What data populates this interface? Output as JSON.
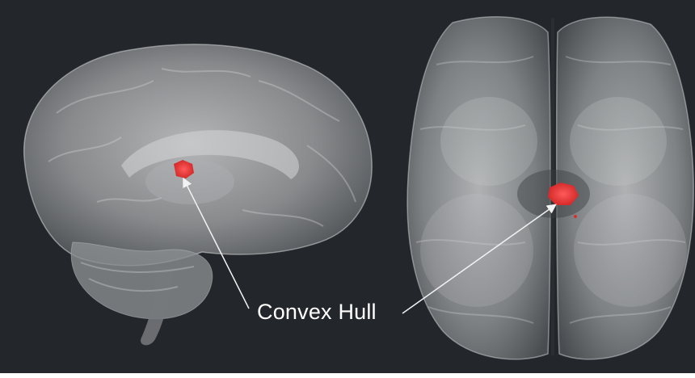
{
  "annotation": {
    "label": "Convex Hull"
  },
  "colors": {
    "background": "#23262a",
    "brain_tissue": "#9a9c9e",
    "highlight_region": "#e23a3a",
    "annotation_text": "#ffffff"
  },
  "views": [
    {
      "view": "sagittal"
    },
    {
      "view": "axial"
    }
  ]
}
